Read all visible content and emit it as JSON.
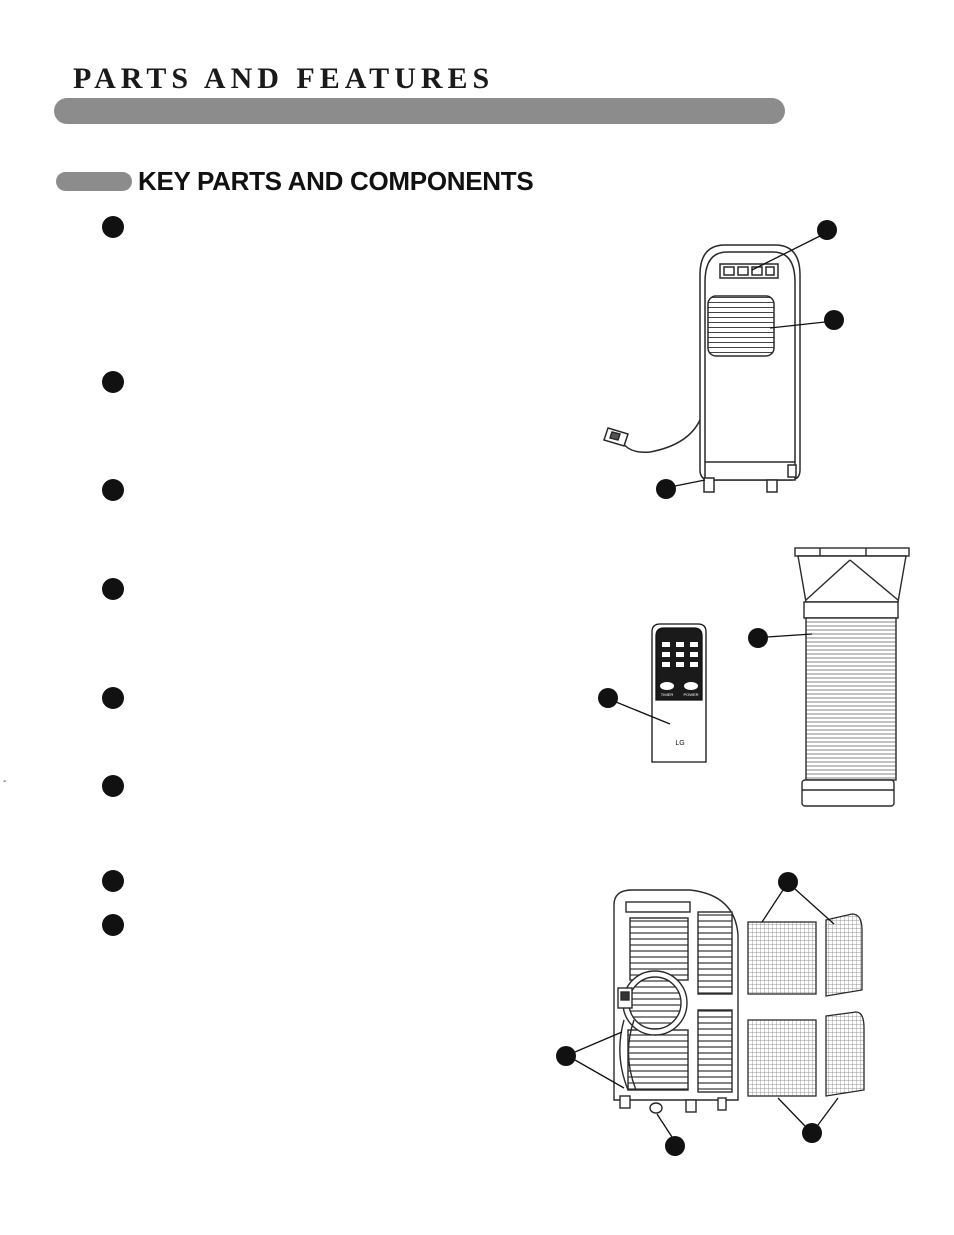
{
  "page": {
    "title": "PARTS AND FEATURES",
    "section_heading": "KEY PARTS AND COMPONENTS"
  },
  "remote": {
    "logo_text": "LG",
    "button_labels": [
      "TIMER",
      "POWER"
    ]
  },
  "colors": {
    "bar": "#8c8c8c",
    "bullet": "#111111",
    "line": "#2a2a2a"
  },
  "figures": [
    {
      "name": "unit-front",
      "callouts": 3
    },
    {
      "name": "remote-control",
      "callouts": 1
    },
    {
      "name": "exhaust-hose",
      "callouts": 1
    },
    {
      "name": "unit-rear-with-filters",
      "callouts": 4
    }
  ],
  "bullet_count": 8
}
